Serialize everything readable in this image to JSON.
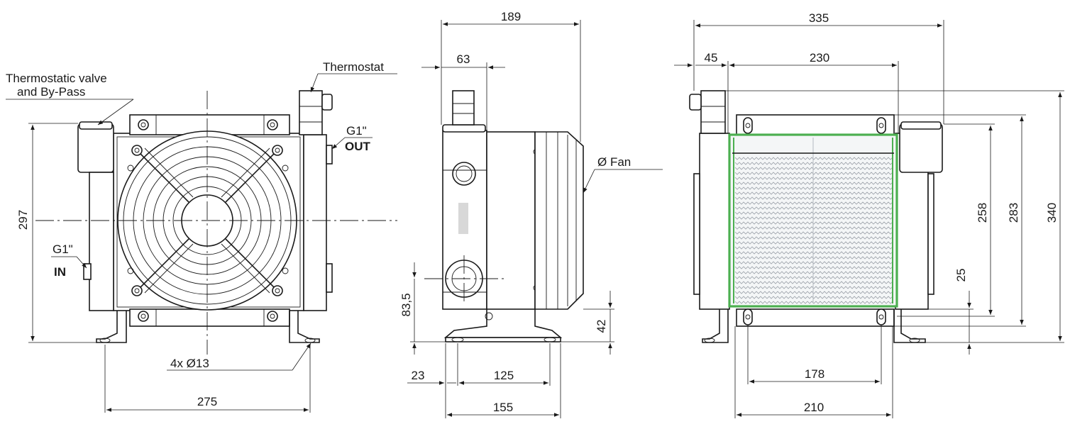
{
  "labels": {
    "thermostatic_valve_line1": "Thermostatic valve",
    "thermostatic_valve_line2": "and By-Pass",
    "thermostat": "Thermostat",
    "outlet_thread": "G1\"",
    "outlet": "OUT",
    "inlet_thread": "G1\"",
    "inlet": "IN",
    "fan": "Ø Fan",
    "mounting_holes": "4x Ø13"
  },
  "dimensions": {
    "front_height": "297",
    "front_width": "275",
    "side_depth": "189",
    "side_thermostat_offset": "63",
    "side_port_height": "83,5",
    "side_foot_height": "42",
    "side_foot_offset": "23",
    "side_hole_spacing": "125",
    "side_foot_length": "155",
    "rear_total_width": "335",
    "rear_offset": "45",
    "rear_core_width": "230",
    "rear_core_height": "258",
    "rear_height_283": "283",
    "rear_total_height": "340",
    "rear_bottom_offset": "25",
    "rear_hole_spacing": "178",
    "rear_foot_width": "210"
  },
  "colors": {
    "line": "#1a1a1a",
    "core_frame": "#4caf50",
    "fins": "#9aa0a8"
  }
}
